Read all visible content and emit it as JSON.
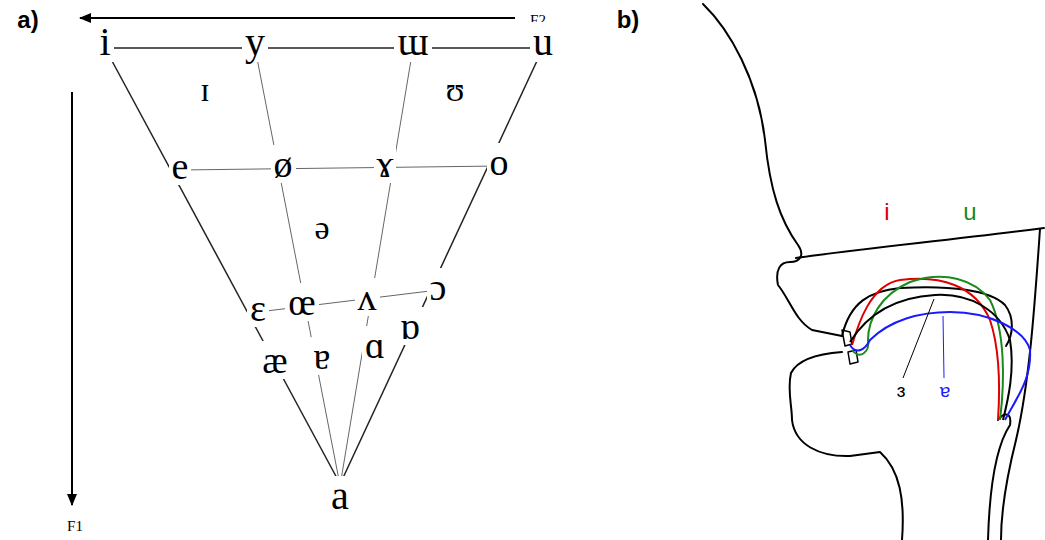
{
  "diagram": {
    "labels": [
      "a)",
      "b)",
      "F2",
      "F1",
      "i",
      "y",
      "ɯ",
      "u",
      "ɪ",
      "ʊ",
      "e",
      "ø",
      "ɤ",
      "o",
      "ə",
      "ɛ",
      "œ",
      "ʌ",
      "ɔ",
      "ɒ",
      "æ",
      "ɐ",
      "ɑ",
      "a",
      "i",
      "u",
      "ɜ",
      "ɐ"
    ]
  }
}
